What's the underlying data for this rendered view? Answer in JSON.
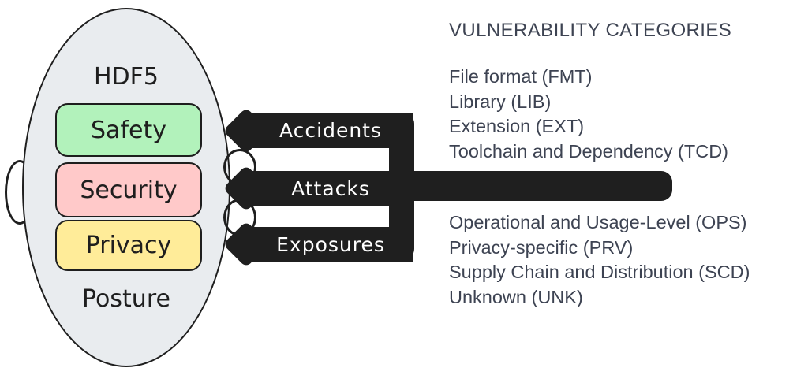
{
  "colors": {
    "stroke": "#1e1e1e",
    "arrow": "#1f1f1f",
    "arrow-label": "#ffffff",
    "ellipse-fill": "#e9ecef",
    "safety-fill": "#b2f2bb",
    "security-fill": "#ffc9c9",
    "privacy-fill": "#ffec99",
    "text": "#3d4352"
  },
  "ellipse": {
    "title": "HDF5",
    "subtitle": "Posture",
    "boxes": [
      {
        "label": "Safety"
      },
      {
        "label": "Security"
      },
      {
        "label": "Privacy"
      }
    ]
  },
  "arrows": [
    {
      "label": "Accidents"
    },
    {
      "label": "Attacks"
    },
    {
      "label": "Exposures"
    }
  ],
  "right_panel": {
    "heading": "VULNERABILITY CATEGORIES",
    "groups": [
      {
        "items": [
          "File format (FMT)",
          "Library (LIB)",
          "Extension (EXT)",
          "Toolchain and Dependency (TCD)"
        ]
      },
      {
        "items": [
          "Operational and Usage-Level (OPS)",
          "Privacy-specific (PRV)",
          "Supply Chain and Distribution (SCD)",
          "Unknown (UNK)"
        ]
      }
    ]
  }
}
